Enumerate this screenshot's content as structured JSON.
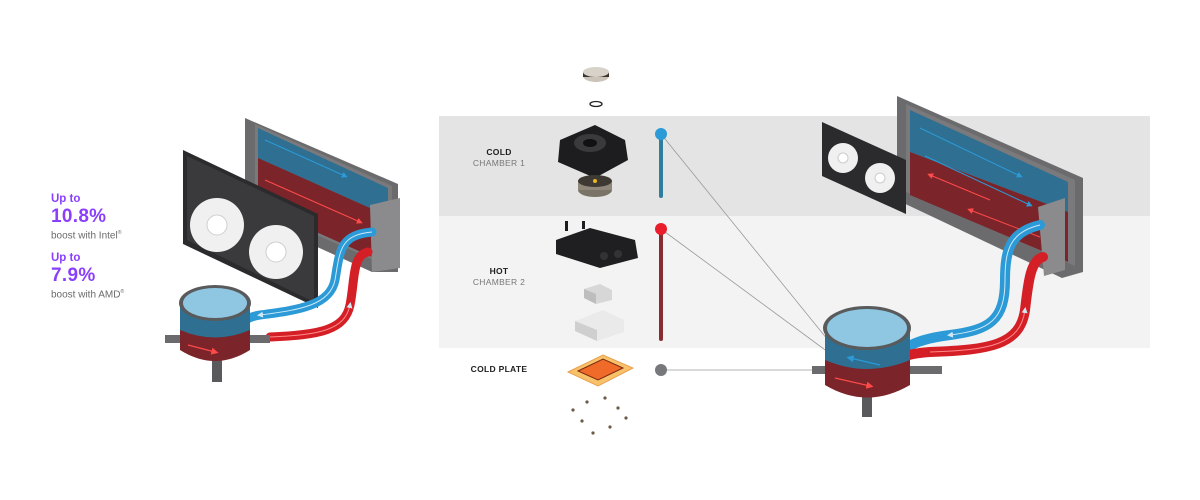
{
  "stats": [
    {
      "prefix": "Up to",
      "value": "10.8%",
      "description": "boost with Intel",
      "mark": "®"
    },
    {
      "prefix": "Up to",
      "value": "7.9%",
      "description": "boost with AMD",
      "mark": "®"
    }
  ],
  "sections": [
    {
      "id": "cold-chamber",
      "title": "COLD",
      "subtitle": "CHAMBER 1",
      "indicator_color": "#2b9ad6",
      "bar_color": "#2f7d9f"
    },
    {
      "id": "hot-chamber",
      "title": "HOT",
      "subtitle": "CHAMBER 2",
      "indicator_color": "#ea1d2c",
      "bar_color": "#8a2a31"
    },
    {
      "id": "cold-plate",
      "title": "COLD PLATE",
      "subtitle": "",
      "indicator_color": "#77787b",
      "bar_color": ""
    }
  ],
  "colors": {
    "accent_purple": "#8a3ffc",
    "coolant_blue": "#2b9ad6",
    "coolant_red": "#d51f26",
    "band_cold": "#e4e4e4",
    "band_hot": "#f3f3f3",
    "copper": "#f08a3c"
  }
}
